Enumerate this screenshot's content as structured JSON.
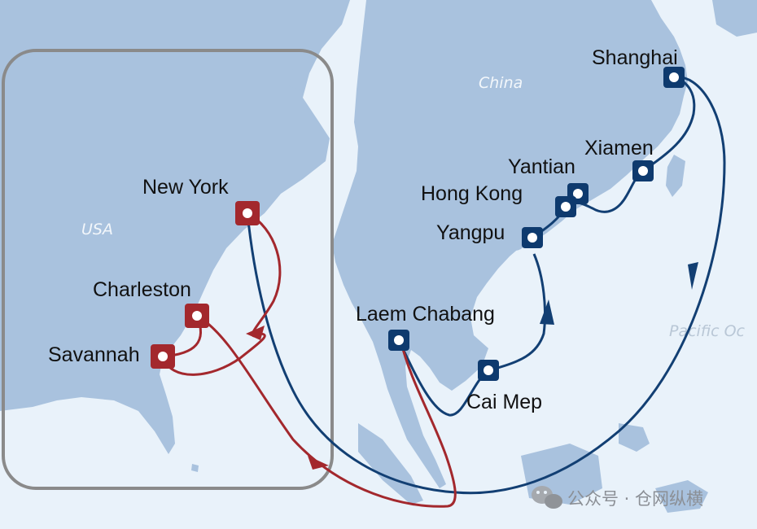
{
  "colors": {
    "ocean": "#e9f2fa",
    "land": "#a9c2de",
    "asia_route": "#123f73",
    "us_route": "#a3282d",
    "frame": "#8a8a8a",
    "marker_asia": "#0e3a6e",
    "marker_us": "#a3282d"
  },
  "regions": {
    "china": "China",
    "usa": "USA",
    "pacific": "Pacific Oc"
  },
  "ports": {
    "shanghai": "Shanghai",
    "xiamen": "Xiamen",
    "yantian": "Yantian",
    "hong_kong": "Hong Kong",
    "yangpu": "Yangpu",
    "laem_chabang": "Laem Chabang",
    "cai_mep": "Cai Mep",
    "new_york": "New York",
    "charleston": "Charleston",
    "savannah": "Savannah"
  },
  "watermark": {
    "icon": "wechat-icon",
    "text": "公众号 · 仓网纵横"
  }
}
